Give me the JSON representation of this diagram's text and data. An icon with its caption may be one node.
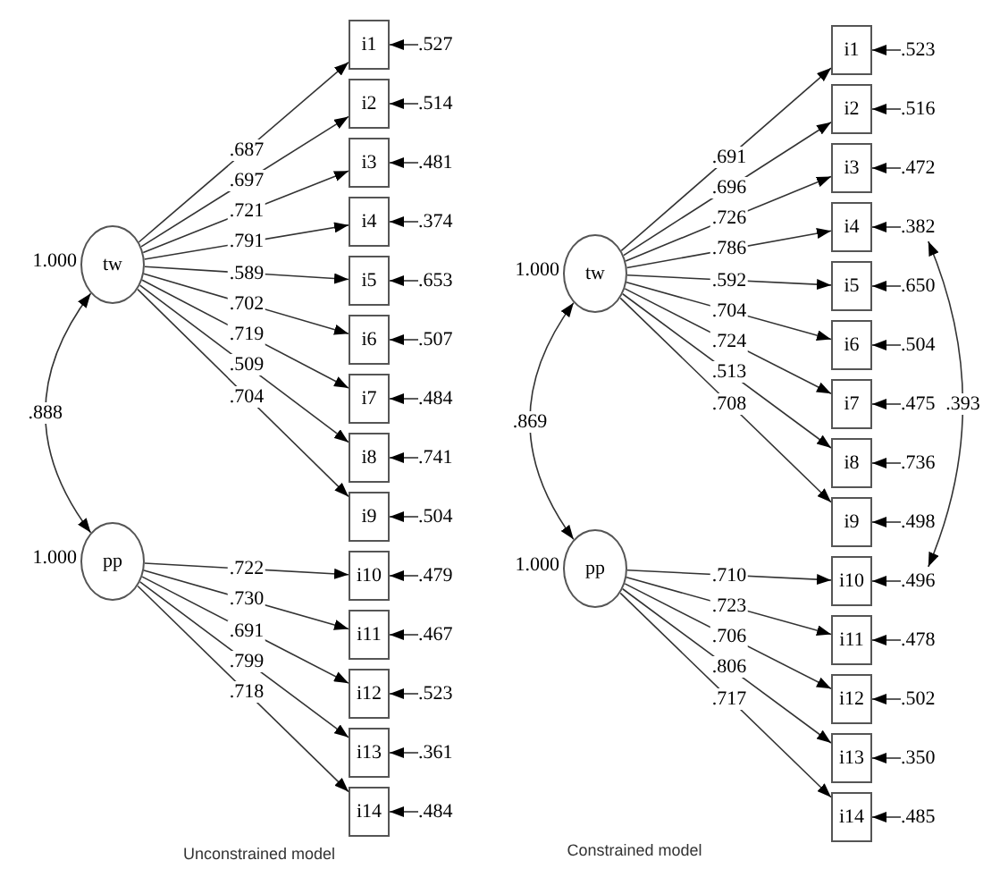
{
  "diagram": {
    "nodes": [
      {
        "text": [
          "tw"
        ],
        "beside": [
          "1.000"
        ]
      },
      {
        "text": [
          "pp"
        ],
        "beside": [
          "1.000"
        ]
      },
      {
        "text": [
          "i1"
        ]
      },
      {
        "text": [
          "i2"
        ]
      },
      {
        "text": [
          "i3"
        ]
      },
      {
        "text": [
          "i4"
        ]
      },
      {
        "text": [
          "i5"
        ]
      },
      {
        "text": [
          "i6"
        ]
      },
      {
        "text": [
          "i7"
        ]
      },
      {
        "text": [
          "i8"
        ]
      },
      {
        "text": [
          "i9"
        ]
      },
      {
        "text": [
          "i10"
        ]
      },
      {
        "text": [
          "i11"
        ]
      },
      {
        "text": [
          "i12"
        ]
      },
      {
        "text": [
          "i13"
        ]
      },
      {
        "text": [
          "i14"
        ]
      },
      {
        "text": [
          ".527"
        ]
      },
      {
        "text": [
          ".514"
        ]
      },
      {
        "text": [
          ".481"
        ]
      },
      {
        "text": [
          ".374"
        ]
      },
      {
        "text": [
          ".653"
        ]
      },
      {
        "text": [
          ".507"
        ]
      },
      {
        "text": [
          ".484"
        ]
      },
      {
        "text": [
          ".741"
        ]
      },
      {
        "text": [
          ".504"
        ]
      },
      {
        "text": [
          ".479"
        ]
      },
      {
        "text": [
          ".467"
        ]
      },
      {
        "text": [
          ".523"
        ]
      },
      {
        "text": [
          ".361"
        ]
      },
      {
        "text": [
          ".484"
        ]
      },
      {
        "text": [
          "tw"
        ],
        "beside": [
          "1.000"
        ]
      },
      {
        "text": [
          "pp"
        ],
        "beside": [
          "1.000"
        ]
      },
      {
        "text": [
          "i1"
        ]
      },
      {
        "text": [
          "i2"
        ]
      },
      {
        "text": [
          "i3"
        ]
      },
      {
        "text": [
          "i4"
        ]
      },
      {
        "text": [
          "i5"
        ]
      },
      {
        "text": [
          "i6"
        ]
      },
      {
        "text": [
          "i7"
        ]
      },
      {
        "text": [
          "i8"
        ]
      },
      {
        "text": [
          "i9"
        ]
      },
      {
        "text": [
          "i10"
        ]
      },
      {
        "text": [
          "i11"
        ]
      },
      {
        "text": [
          "i12"
        ]
      },
      {
        "text": [
          "i13"
        ]
      },
      {
        "text": [
          "i14"
        ]
      },
      {
        "text": [
          ".523"
        ]
      },
      {
        "text": [
          ".516"
        ]
      },
      {
        "text": [
          ".472"
        ]
      },
      {
        "text": [
          ".382"
        ]
      },
      {
        "text": [
          ".650"
        ]
      },
      {
        "text": [
          ".504"
        ]
      },
      {
        "text": [
          ".475"
        ]
      },
      {
        "text": [
          ".736"
        ]
      },
      {
        "text": [
          ".498"
        ]
      },
      {
        "text": [
          ".496"
        ]
      },
      {
        "text": [
          ".478"
        ]
      },
      {
        "text": [
          ".502"
        ]
      },
      {
        "text": [
          ".350"
        ]
      },
      {
        "text": [
          ".485"
        ]
      }
    ],
    "edges": [
      {
        "from": 0,
        "to": 2,
        "arrow": "to",
        "label": ".687"
      },
      {
        "from": 0,
        "to": 3,
        "arrow": "to",
        "label": ".697"
      },
      {
        "from": 0,
        "to": 4,
        "arrow": "to",
        "label": ".721"
      },
      {
        "from": 0,
        "to": 5,
        "arrow": "to",
        "label": ".791"
      },
      {
        "from": 0,
        "to": 6,
        "arrow": "to",
        "label": ".589"
      },
      {
        "from": 0,
        "to": 7,
        "arrow": "to",
        "label": ".702"
      },
      {
        "from": 0,
        "to": 8,
        "arrow": "to",
        "label": ".719"
      },
      {
        "from": 0,
        "to": 9,
        "arrow": "to",
        "label": ".509"
      },
      {
        "from": 0,
        "to": 10,
        "arrow": "to",
        "label": ".704"
      },
      {
        "from": 1,
        "to": 11,
        "arrow": "to",
        "label": ".722"
      },
      {
        "from": 1,
        "to": 12,
        "arrow": "to",
        "label": ".730"
      },
      {
        "from": 1,
        "to": 13,
        "arrow": "to",
        "label": ".691"
      },
      {
        "from": 1,
        "to": 14,
        "arrow": "to",
        "label": ".799"
      },
      {
        "from": 1,
        "to": 15,
        "arrow": "to",
        "label": ".718"
      },
      {
        "from": 16,
        "to": 2,
        "arrow": "to"
      },
      {
        "from": 17,
        "to": 3,
        "arrow": "to"
      },
      {
        "from": 18,
        "to": 4,
        "arrow": "to"
      },
      {
        "from": 19,
        "to": 5,
        "arrow": "to"
      },
      {
        "from": 20,
        "to": 6,
        "arrow": "to"
      },
      {
        "from": 21,
        "to": 7,
        "arrow": "to"
      },
      {
        "from": 22,
        "to": 8,
        "arrow": "to"
      },
      {
        "from": 23,
        "to": 9,
        "arrow": "to"
      },
      {
        "from": 24,
        "to": 10,
        "arrow": "to"
      },
      {
        "from": 25,
        "to": 11,
        "arrow": "to"
      },
      {
        "from": 26,
        "to": 12,
        "arrow": "to"
      },
      {
        "from": 27,
        "to": 13,
        "arrow": "to"
      },
      {
        "from": 28,
        "to": 14,
        "arrow": "to"
      },
      {
        "from": 29,
        "to": 15,
        "arrow": "to"
      },
      {
        "from": 0,
        "to": 1,
        "arrow": "both",
        "label": ".888"
      },
      {
        "from": 30,
        "to": 32,
        "arrow": "to",
        "label": ".691"
      },
      {
        "from": 30,
        "to": 33,
        "arrow": "to",
        "label": ".696"
      },
      {
        "from": 30,
        "to": 34,
        "arrow": "to",
        "label": ".726"
      },
      {
        "from": 30,
        "to": 35,
        "arrow": "to",
        "label": ".786"
      },
      {
        "from": 30,
        "to": 36,
        "arrow": "to",
        "label": ".592"
      },
      {
        "from": 30,
        "to": 37,
        "arrow": "to",
        "label": ".704"
      },
      {
        "from": 30,
        "to": 38,
        "arrow": "to",
        "label": ".724"
      },
      {
        "from": 30,
        "to": 39,
        "arrow": "to",
        "label": ".513"
      },
      {
        "from": 30,
        "to": 40,
        "arrow": "to",
        "label": ".708"
      },
      {
        "from": 31,
        "to": 41,
        "arrow": "to",
        "label": ".710"
      },
      {
        "from": 31,
        "to": 42,
        "arrow": "to",
        "label": ".723"
      },
      {
        "from": 31,
        "to": 43,
        "arrow": "to",
        "label": ".706"
      },
      {
        "from": 31,
        "to": 44,
        "arrow": "to",
        "label": ".806"
      },
      {
        "from": 31,
        "to": 45,
        "arrow": "to",
        "label": ".717"
      },
      {
        "from": 46,
        "to": 32,
        "arrow": "to"
      },
      {
        "from": 47,
        "to": 33,
        "arrow": "to"
      },
      {
        "from": 48,
        "to": 34,
        "arrow": "to"
      },
      {
        "from": 49,
        "to": 35,
        "arrow": "to"
      },
      {
        "from": 50,
        "to": 36,
        "arrow": "to"
      },
      {
        "from": 51,
        "to": 37,
        "arrow": "to"
      },
      {
        "from": 52,
        "to": 38,
        "arrow": "to"
      },
      {
        "from": 53,
        "to": 39,
        "arrow": "to"
      },
      {
        "from": 54,
        "to": 40,
        "arrow": "to"
      },
      {
        "from": 55,
        "to": 41,
        "arrow": "to"
      },
      {
        "from": 56,
        "to": 42,
        "arrow": "to"
      },
      {
        "from": 57,
        "to": 43,
        "arrow": "to"
      },
      {
        "from": 58,
        "to": 44,
        "arrow": "to"
      },
      {
        "from": 59,
        "to": 45,
        "arrow": "to"
      },
      {
        "from": 30,
        "to": 31,
        "arrow": "both",
        "label": ".869"
      },
      {
        "from": 49,
        "to": 55,
        "arrow": "both",
        "label": ".393"
      }
    ],
    "labels": [
      "Unconstrained model",
      "Constrained model"
    ]
  }
}
